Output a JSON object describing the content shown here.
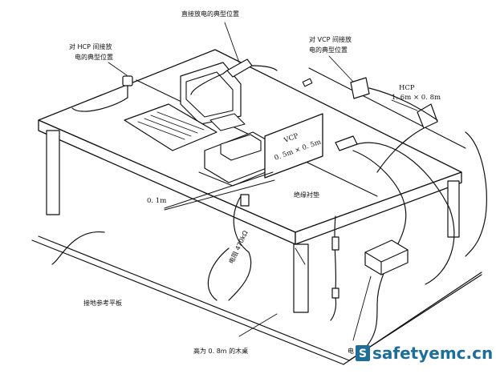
{
  "labels": {
    "direct_discharge": "直接放电的典型位置",
    "hcp_indirect_line1": "对 HCP 间接放",
    "hcp_indirect_line2": "电的典型位置",
    "vcp_indirect_line1": "对 VCP 间接放",
    "vcp_indirect_line2": "电的典型位置",
    "hcp_name": "HCP",
    "hcp_size": "1. 6m × 0. 8m",
    "vcp_name": "VCP",
    "vcp_size": "0. 5m × 0. 5m",
    "insulation_pad": "绝缘衬垫",
    "spacing": "0. 1m",
    "resistor": "电阻 470kΩ",
    "ground_plane": "接地参考平板",
    "wooden_table": "高为 0. 8m 的木桌",
    "power_supply_partial": "电"
  },
  "watermark": {
    "text": "safetyemc.cn",
    "icon_letter": "S",
    "color": "#1d6f9a"
  }
}
